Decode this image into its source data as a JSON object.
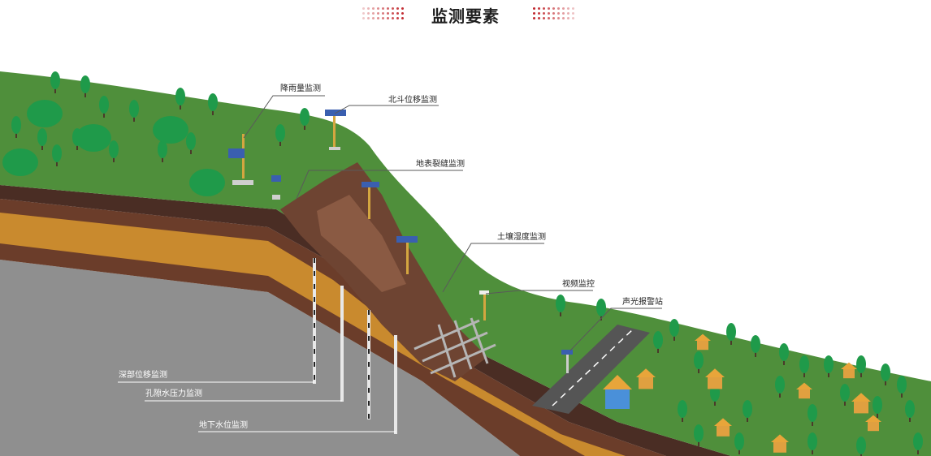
{
  "header": {
    "title": "监测要素",
    "accent_color": "#c1272d"
  },
  "labels": {
    "rainfall": "降雨量监测",
    "beidou": "北斗位移监测",
    "crack": "地表裂缝监测",
    "soil_moisture": "土壤湿度监测",
    "video": "视频监控",
    "alarm": "声光报警站",
    "deep_displacement": "深部位移监测",
    "pore_pressure": "孔隙水压力监测",
    "groundwater": "地下水位监测"
  },
  "colors": {
    "grass": "#4f8f3b",
    "grass_dark": "#3f7a30",
    "rock": "#8c8c8c",
    "soil_brown": "#6b3d2a",
    "soil_orange": "#c98a2e",
    "slide": "#6e4432",
    "road": "#555555",
    "tree": "#1f9a4a",
    "house_roof": "#e8a53a",
    "house_wall": "#4a90d9"
  }
}
